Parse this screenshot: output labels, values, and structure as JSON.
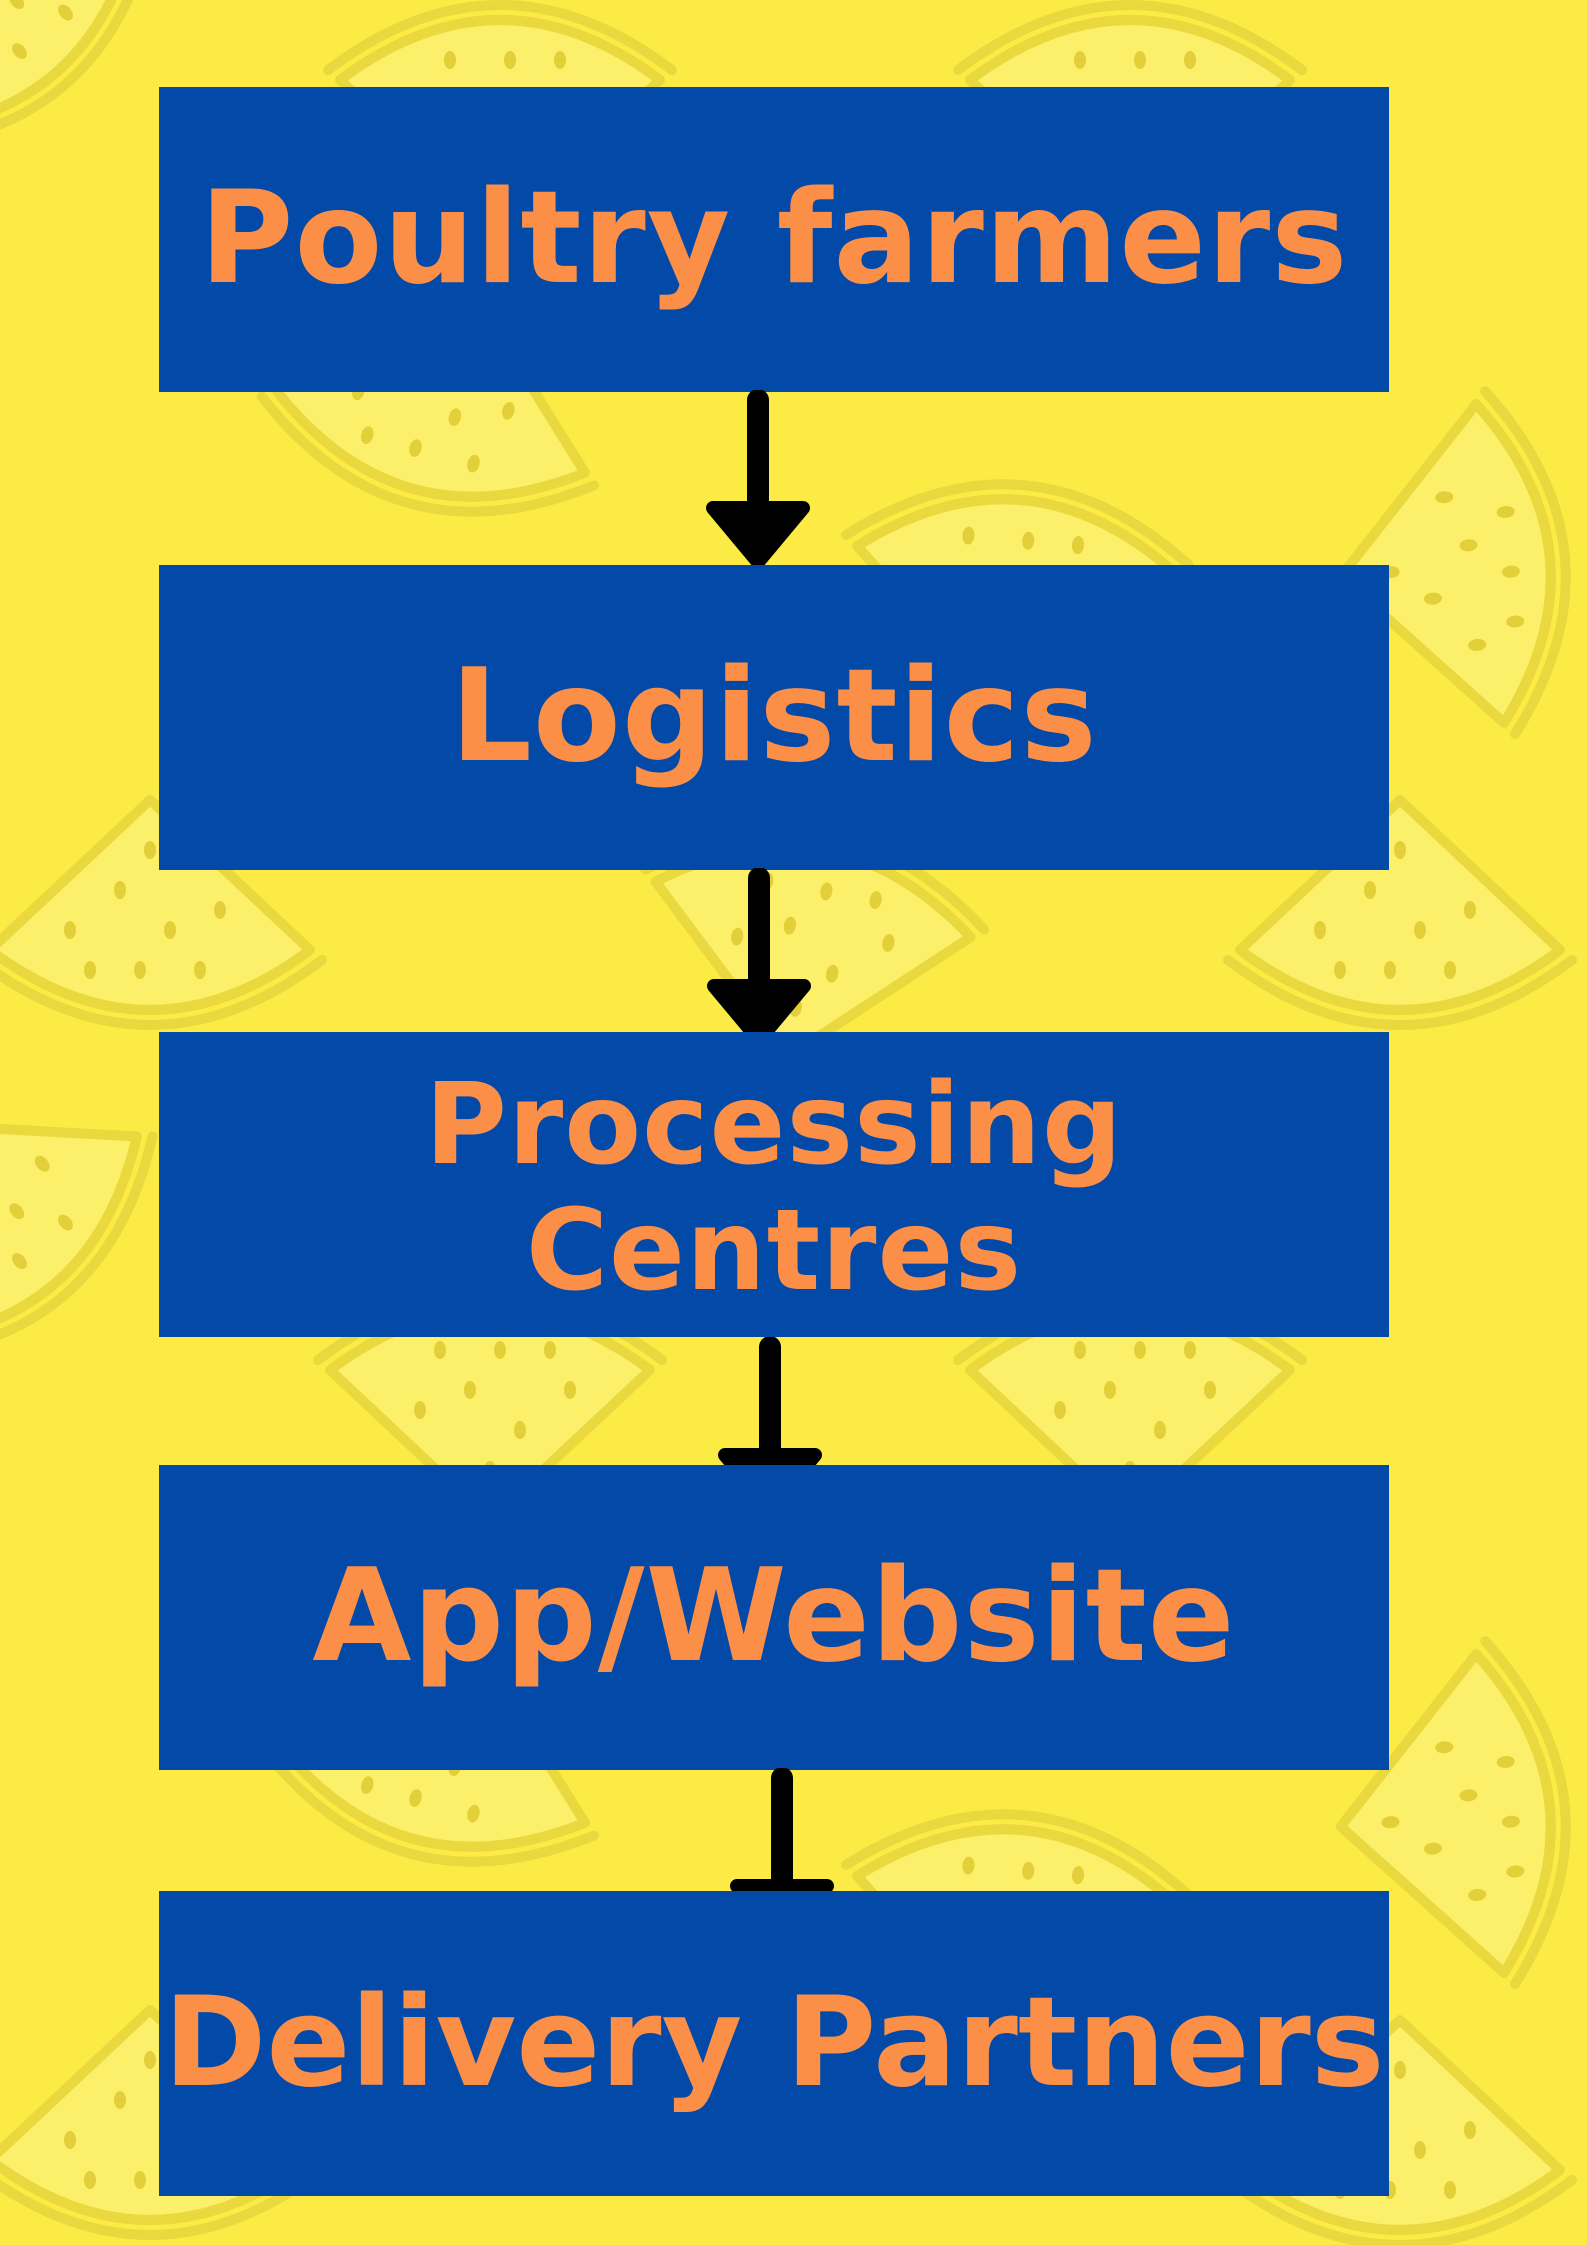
{
  "flow": {
    "steps": [
      {
        "label": "Poultry farmers"
      },
      {
        "label": "Logistics"
      },
      {
        "label": "Processing Centres"
      },
      {
        "label": "App/Website"
      },
      {
        "label": "Delivery Partners"
      }
    ]
  },
  "colors": {
    "background": "#fdeb45",
    "box": "#0349a8",
    "text": "#fb8f48",
    "arrow": "#000000",
    "pattern_fill": "#fcef6a",
    "pattern_stroke": "#e9d83e"
  },
  "decorations": {
    "background_icon": "watermelon-slice-icon",
    "arrow_icon": "arrow-down-icon"
  }
}
